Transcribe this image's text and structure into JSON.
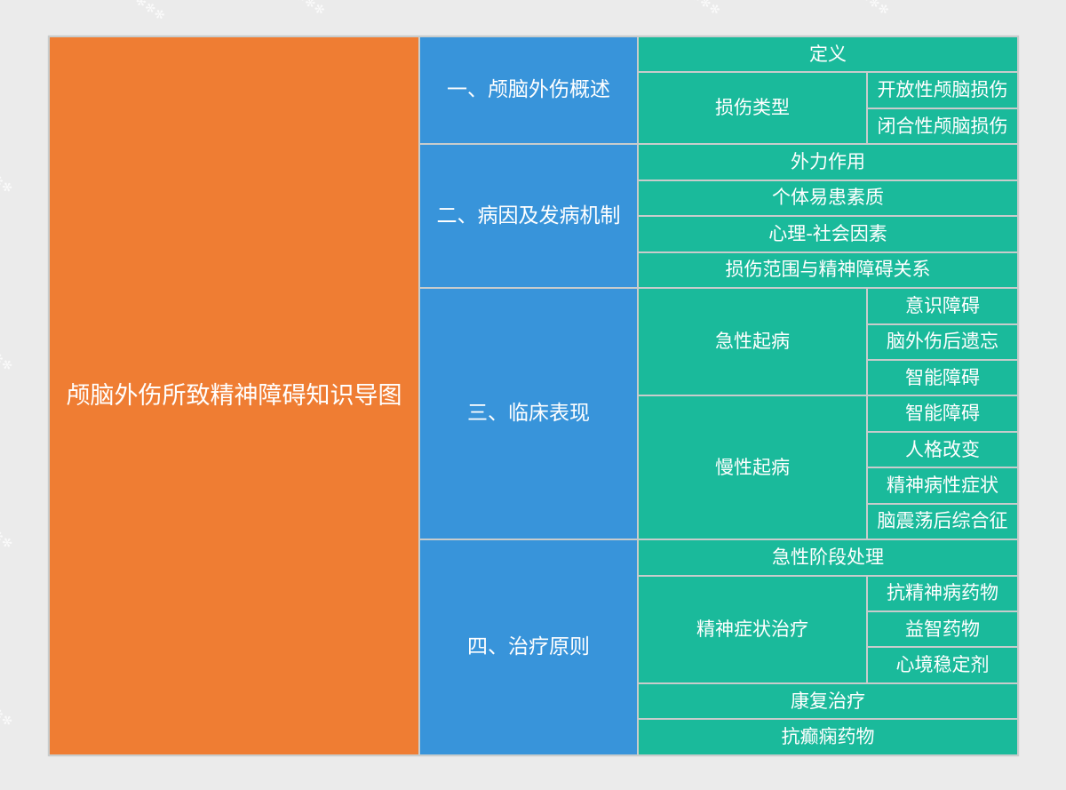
{
  "colors": {
    "background": "#EBEBEB",
    "root": "#EF7D33",
    "section": "#3894DA",
    "leaf": "#1ABA9B",
    "grid": "#C8CCCC",
    "text": "#FFFFFF"
  },
  "root": {
    "label": "颅脑外伤所致精神障碍知识导图"
  },
  "sections": [
    {
      "label": "一、颅脑外伤概述",
      "items": [
        {
          "label": "定义"
        },
        {
          "label": "损伤类型",
          "children": [
            {
              "label": "开放性颅脑损伤"
            },
            {
              "label": "闭合性颅脑损伤"
            }
          ]
        }
      ]
    },
    {
      "label": "二、病因及发病机制",
      "items": [
        {
          "label": "外力作用"
        },
        {
          "label": "个体易患素质"
        },
        {
          "label": "心理-社会因素"
        },
        {
          "label": "损伤范围与精神障碍关系"
        }
      ]
    },
    {
      "label": "三、临床表现",
      "items": [
        {
          "label": "急性起病",
          "children": [
            {
              "label": "意识障碍"
            },
            {
              "label": "脑外伤后遗忘"
            },
            {
              "label": "智能障碍"
            }
          ]
        },
        {
          "label": "慢性起病",
          "children": [
            {
              "label": "智能障碍"
            },
            {
              "label": "人格改变"
            },
            {
              "label": "精神病性症状"
            },
            {
              "label": "脑震荡后综合征"
            }
          ]
        }
      ]
    },
    {
      "label": "四、治疗原则",
      "items": [
        {
          "label": "急性阶段处理"
        },
        {
          "label": "精神症状治疗",
          "children": [
            {
              "label": "抗精神病药物"
            },
            {
              "label": "益智药物"
            },
            {
              "label": "心境稳定剂"
            }
          ]
        },
        {
          "label": "康复治疗"
        },
        {
          "label": "抗癫痫药物"
        }
      ]
    }
  ]
}
